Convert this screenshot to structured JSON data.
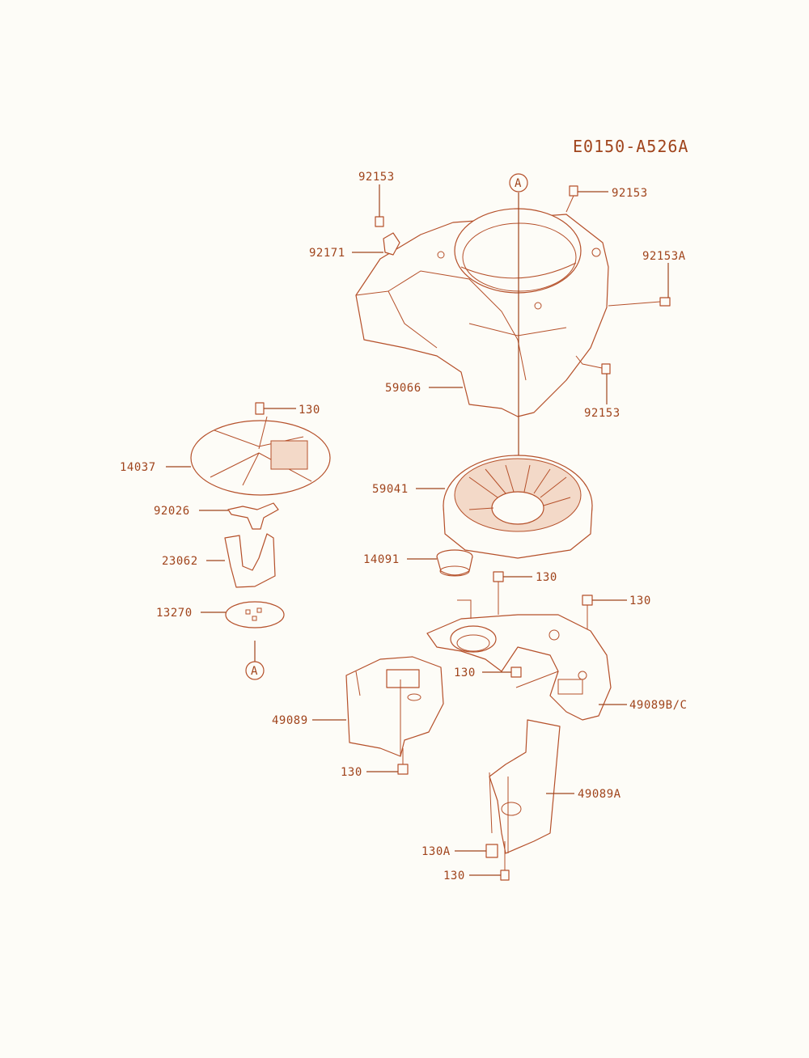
{
  "diagram_code": "E0150-A526A",
  "ref_marker": "A",
  "colors": {
    "ink": "#a0441c",
    "paper": "#fdfcf7"
  },
  "labels": {
    "l92153_top": "92153",
    "l92153_right": "92153",
    "l92171": "92171",
    "l92153A": "92153A",
    "l59066": "59066",
    "l92153_lower": "92153",
    "l130_screen": "130",
    "l14037": "14037",
    "l59041": "59041",
    "l92026": "92026",
    "l23062": "23062",
    "l14091": "14091",
    "l130_a": "130",
    "l130_b": "130",
    "l13270": "13270",
    "l130_c": "130",
    "l49089": "49089",
    "l49089BC": "49089B/C",
    "l130_d": "130",
    "l49089A": "49089A",
    "l130A": "130A",
    "l130_e": "130"
  }
}
